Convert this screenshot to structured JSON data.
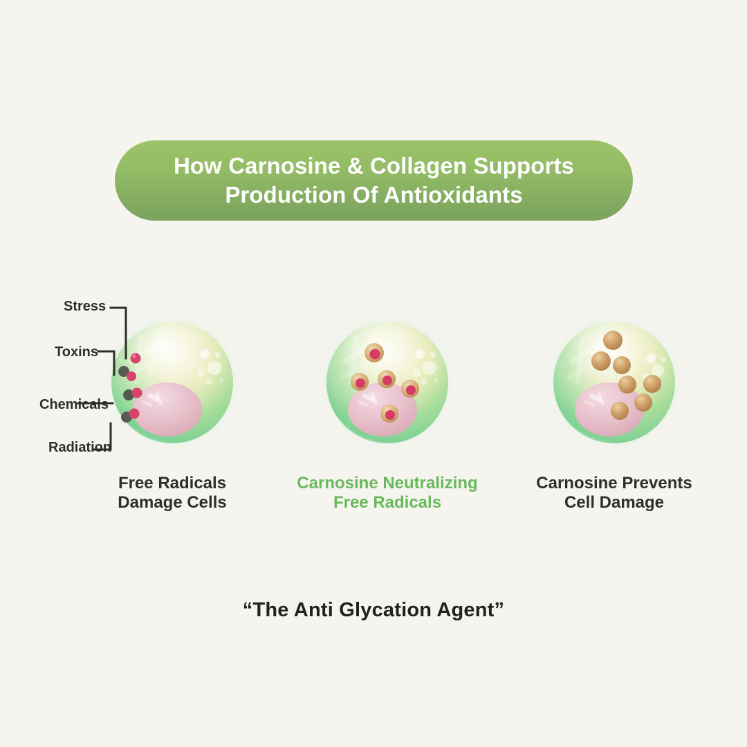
{
  "background_color": "#f6f4ef",
  "banner": {
    "title": "How Carnosine & Collagen Supports\nProduction Of Antioxidants",
    "gradient_top": "#9cc368",
    "gradient_bottom": "#7aa25d",
    "text_color": "#ffffff"
  },
  "callouts": {
    "items": [
      {
        "label": "Stress"
      },
      {
        "label": "Toxins"
      },
      {
        "label": "Chemicals"
      },
      {
        "label": "Radiation"
      }
    ],
    "line_color": "#2f2e2b",
    "dot_dark_color": "#5a5a55",
    "dot_pink_color": "#d6436b"
  },
  "cells": [
    {
      "caption": "Free Radicals\nDamage Cells",
      "caption_color": "#2f2e2b",
      "state": "damaged",
      "radical_count": 4,
      "radical_style": "pink-gray-pairs-on-membrane"
    },
    {
      "caption": "Carnosine Neutralizing\nFree Radicals",
      "caption_color": "#68b95c",
      "state": "neutralizing",
      "radical_count": 5,
      "radical_style": "pink-core-with-gold-ring"
    },
    {
      "caption": "Carnosine Prevents\nCell Damage",
      "caption_color": "#2f2e2b",
      "state": "protected",
      "radical_count": 7,
      "radical_style": "solid-gold-spheres"
    }
  ],
  "colors": {
    "cell_green": "#7ed694",
    "cell_yellow": "#e8e2b4",
    "nucleus_pink": "#e8c2cc",
    "radical_core": "#d63b63",
    "carnosine_gold": "#cfa06a",
    "text_dark": "#2f2e2b",
    "accent_green": "#68b95c"
  },
  "tagline": "“The Anti Glycation Agent”"
}
